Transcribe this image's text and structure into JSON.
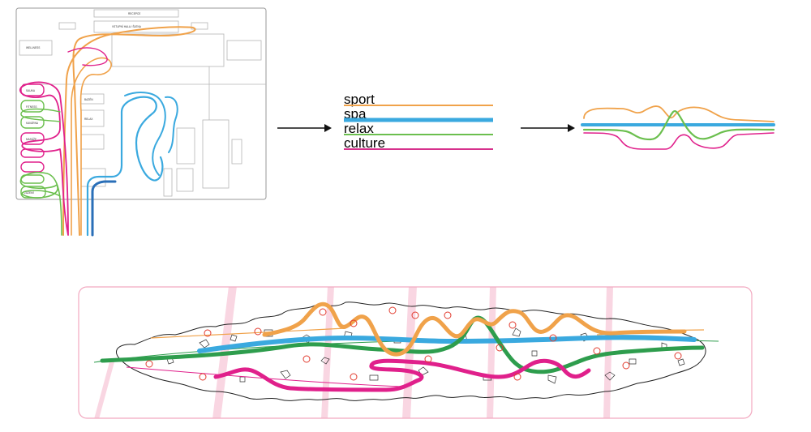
{
  "flow": {
    "legend": [
      {
        "label": "sport",
        "color": "#f0a24a"
      },
      {
        "label": "spa",
        "color": "#3aa9df"
      },
      {
        "label": "relax",
        "color": "#6bbf4e"
      },
      {
        "label": "culture",
        "color": "#d6308c"
      }
    ]
  },
  "floorplan": {
    "labels": [
      "RECEPCE",
      "VSTUPNÍ HALA / ŠATNA",
      "WELLNESS",
      "SAUNA",
      "FITNESS",
      "KAVÁRNA",
      "MASÁŽE",
      "BAZÉN",
      "RELAX",
      "ZÁZEMÍ"
    ]
  },
  "colors": {
    "sport": "#f0a24a",
    "spa": "#3aa9df",
    "relax": "#2e9d4d",
    "culture": "#e0208b",
    "frame": "#f2a9c0",
    "stripe": "#f9d6e2"
  }
}
